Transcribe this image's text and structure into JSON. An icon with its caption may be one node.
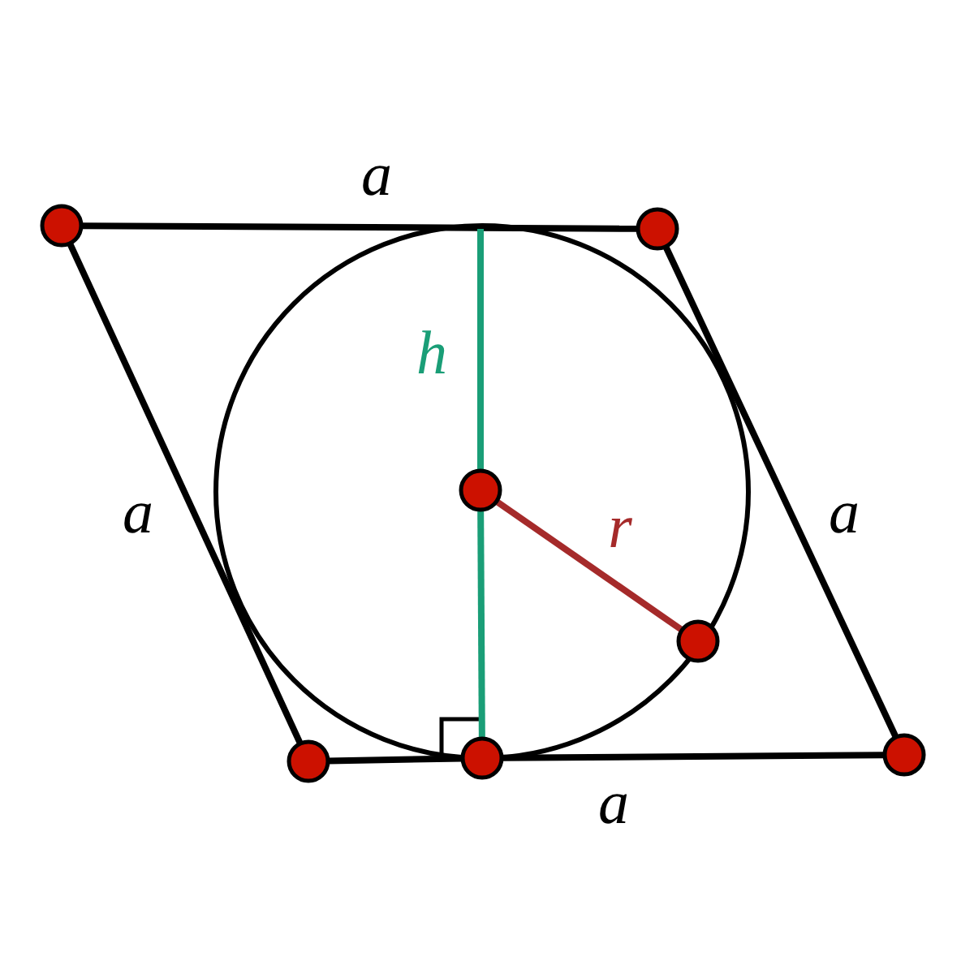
{
  "diagram": {
    "nodes": [
      {
        "text": [],
        "shape": "circle"
      },
      {
        "text": [],
        "shape": "circle"
      },
      {
        "text": [],
        "shape": "circle"
      },
      {
        "text": [],
        "shape": "circle"
      },
      {
        "text": [],
        "shape": "circle"
      },
      {
        "text": [],
        "shape": "circle"
      },
      {
        "text": [],
        "shape": "circle"
      }
    ],
    "edges": [
      {
        "from": 0,
        "to": 1,
        "arrow": "none",
        "label": "a"
      },
      {
        "from": 4,
        "to": 0,
        "arrow": "none",
        "label": "a"
      },
      {
        "from": 1,
        "to": 6,
        "arrow": "none",
        "label": "a"
      },
      {
        "from": 4,
        "to": 5,
        "arrow": "none"
      },
      {
        "from": 5,
        "to": 6,
        "arrow": "none",
        "label": "a"
      },
      {
        "from": null,
        "to": 2,
        "arrow": "none",
        "label": "h",
        "color": "#1a9e77"
      },
      {
        "from": 2,
        "to": 5,
        "arrow": "none",
        "color": "#1a9e77"
      },
      {
        "from": 2,
        "to": 3,
        "arrow": "none",
        "label": "r",
        "color": "#a52a2a"
      }
    ]
  }
}
